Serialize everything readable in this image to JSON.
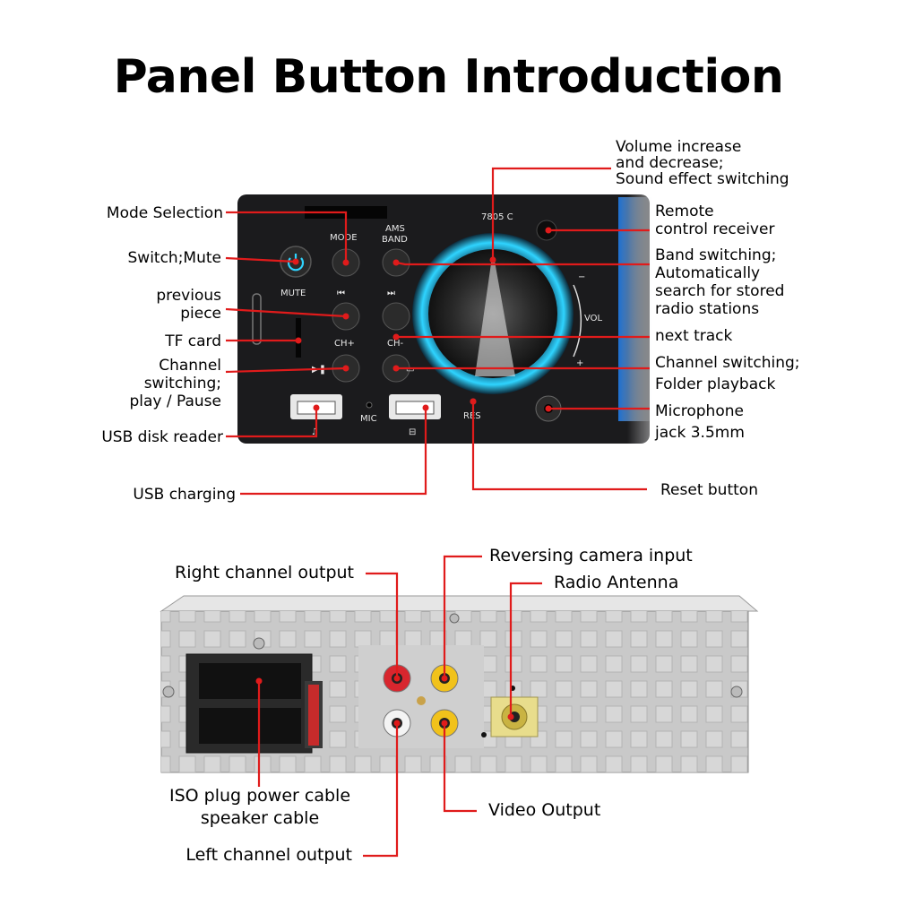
{
  "title": "Panel Button Introduction",
  "front_panel": {
    "model": "7805 C",
    "buttons": {
      "mode": "MODE",
      "ams_band": "AMS\nBAND",
      "mute": "MUTE",
      "ch_plus": "CH+",
      "ch_minus": "CH-",
      "mic": "MIC",
      "res": "RES",
      "vol": "VOL"
    },
    "labels": {
      "mode_selection": "Mode Selection",
      "switch_mute": "Switch;Mute",
      "previous_piece": "previous\npiece",
      "tf_card": "TF card",
      "channel_switching_play_pause": "Channel\nswitching;\nplay / Pause",
      "usb_disk_reader": "USB disk reader",
      "usb_charging": "USB charging",
      "volume": "Volume increase\nand decrease;\nSound effect switching",
      "remote_receiver": "Remote\ncontrol receiver",
      "band_switching": "Band switching;\nAutomatically\nsearch for stored\nradio stations",
      "next_track": "next track",
      "channel_folder": "Channel switching;\nFolder playback",
      "microphone_jack": "Microphone\njack 3.5mm",
      "reset_button": "Reset button"
    }
  },
  "rear_panel": {
    "labels": {
      "right_channel_output": "Right channel output",
      "reversing_camera_input": "Reversing camera input",
      "radio_antenna": "Radio Antenna",
      "iso_plug": "ISO plug power cable\nspeaker cable",
      "video_output": "Video Output",
      "left_channel_output": "Left channel output"
    }
  },
  "colors": {
    "callout_line": "#e01b1b",
    "panel_dark": "#1b1b1d",
    "knob_glow": "#2fd4ff",
    "rca_red": "#d8262e",
    "rca_yellow": "#f1c21b",
    "rca_white": "#f4f4f4",
    "chassis": "#c9c9c9"
  }
}
